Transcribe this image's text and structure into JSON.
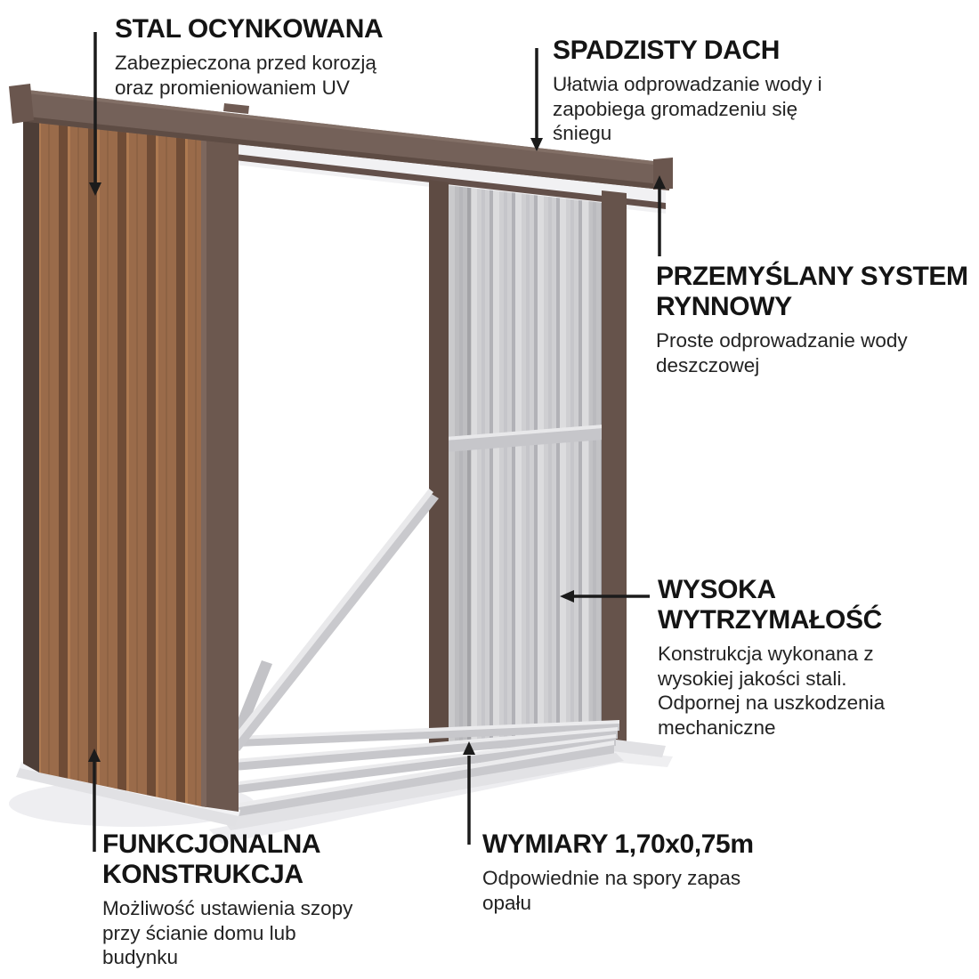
{
  "product": {
    "dimensions_label": "1,70x0,75m"
  },
  "colors": {
    "background": "#ffffff",
    "heading_text": "#141414",
    "body_text": "#232323",
    "arrow": "#1b1b1b",
    "roof": "#746159",
    "roof_edge_dark": "#5e4c44",
    "roof_cap": "#6a564e",
    "wood": "#9a6b4a",
    "wood_groove": "#6f4c36",
    "wood_edge": "#4d3e37",
    "frame_post": "#6c584f",
    "frame_post_dark": "#5e4b43",
    "panel_grey": "#cfcfd2",
    "panel_rib": "#b2b2b7",
    "white_band": "#f1f1f3",
    "silver": "#c9c9cd",
    "silver_light": "#e9e9eb",
    "base_grey": "#e1e1e4",
    "shadow": "#ebebee"
  },
  "callouts": [
    {
      "id": "stal",
      "title": "STAL OCYNKOWANA",
      "body": "Zabezpieczona przed korozją\noraz promieniowaniem UV"
    },
    {
      "id": "spadzisty-dach",
      "title": "SPADZISTY DACH",
      "body": "Ułatwia odprowadzanie wody i\nzapobiega gromadzeniu się\nśniegu"
    },
    {
      "id": "system-rynnowy",
      "title": "PRZEMYŚLANY SYSTEM\nRYNNOWY",
      "body": "Proste odprowadzanie wody\ndeszczowej"
    },
    {
      "id": "wytrzymalosc",
      "title": "WYSOKA\nWYTRZYMAŁOŚĆ",
      "body": "Konstrukcja wykonana z\nwysokiej jakości stali.\nOdpornej na uszkodzenia\nmechaniczne"
    },
    {
      "id": "konstrukcja",
      "title": "FUNKCJONALNA\nKONSTRUKCJA",
      "body": "Możliwość ustawienia szopy\nprzy ścianie domu lub\nbudynku"
    },
    {
      "id": "wymiary",
      "title": "WYMIARY 1,70x0,75m",
      "body": "Odpowiednie na spory zapas\nopału"
    }
  ]
}
